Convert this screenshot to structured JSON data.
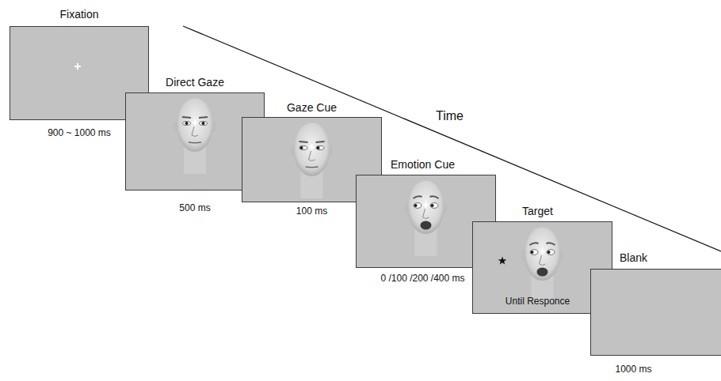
{
  "diagram": {
    "nodes": [
      {
        "text": [
          "Fixation",
          "900 ~ 1000 ms"
        ]
      },
      {
        "text": [
          "Direct Gaze",
          "500 ms"
        ]
      },
      {
        "text": [
          "Gaze Cue",
          "100 ms"
        ]
      },
      {
        "text": [
          "Emotion Cue",
          "0 /100 /200 /400 ms"
        ]
      },
      {
        "text": [
          "Target",
          "Until Responce"
        ]
      },
      {
        "text": [
          "Blank",
          "1000 ms"
        ]
      }
    ],
    "labels": [
      "Time"
    ]
  }
}
